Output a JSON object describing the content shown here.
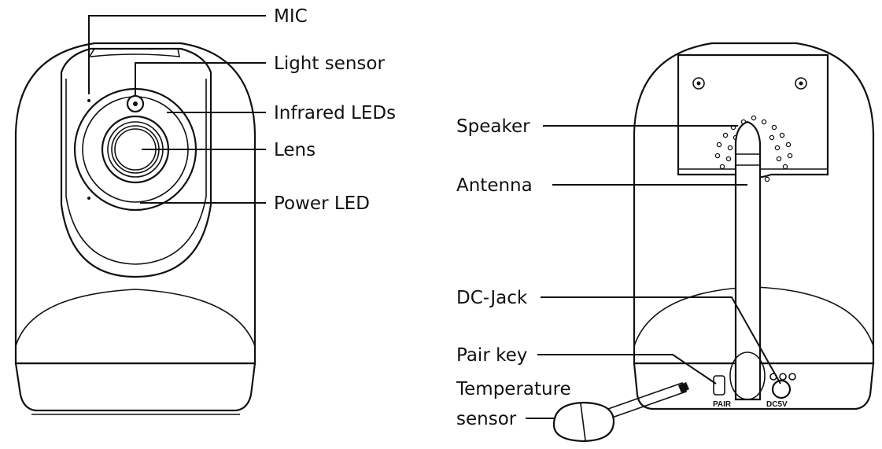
{
  "front_labels": {
    "mic": "MIC",
    "light_sensor": "Light sensor",
    "infrared_leds": "Infrared LEDs",
    "lens": "Lens",
    "power_led": "Power LED"
  },
  "back_labels": {
    "speaker": "Speaker",
    "antenna": "Antenna",
    "dc_jack": "DC-Jack",
    "pair_key": "Pair key",
    "temperature_sensor_line1": "Temperature",
    "temperature_sensor_line2": "sensor"
  },
  "port_marks": {
    "pair": "PAIR",
    "dc5v": "DC5V"
  }
}
